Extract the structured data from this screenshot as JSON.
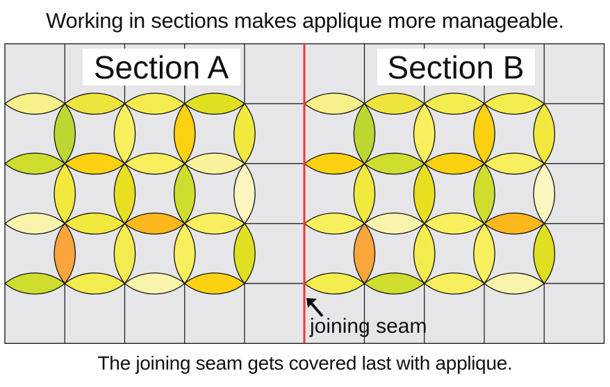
{
  "title": "Working in sections makes applique more manageable.",
  "caption": "The joining seam gets covered last with applique.",
  "sections": [
    {
      "label": "Section A"
    },
    {
      "label": "Section B"
    }
  ],
  "seam_label": "joining seam",
  "colors": {
    "background_square": "#e6e6e9",
    "grid_line": "#111111",
    "seam": "#e53b2f",
    "label_box": "#ffffff"
  },
  "petals": {
    "horizontal": [
      [
        "#f8f08a",
        "#eee43e",
        "#f3ec4e",
        "#dfe021",
        "#f8f08a",
        "#eee43e",
        "#f3ec4e",
        "#f3ec4e"
      ],
      [
        "#cfdd2f",
        "#fbd111",
        "#f8ef5e",
        "#f8f29a",
        "#fbd111",
        "#cfdd2f",
        "#fbd111",
        "#f8ef5e"
      ],
      [
        "#f9f4ab",
        "#f1e93d",
        "#fcb71d",
        "#f8ef5e",
        "#f8ef5e",
        "#f9f4ab",
        "#f8ef5e",
        "#fcb71d"
      ],
      [
        "#cfdd2f",
        "#f3ec4e",
        "#f9f4ab",
        "#fbd111",
        "#f3ec4e",
        "#cfdd2f",
        "#f8ef5e",
        "#f9f4ab"
      ]
    ],
    "vertical": [
      [
        "#bed632",
        "#f8ef5e",
        "#fbd111",
        "#f1e93d",
        "#bed632",
        "#f8ef5e",
        "#fbd111",
        "#f1e93d"
      ],
      [
        "#f1e93d",
        "#e9df21",
        "#cfdd2f",
        "#fbf6bf",
        "#f1e93d",
        "#e9df21",
        "#cfdd2f",
        "#fbf6bf"
      ],
      [
        "#faa63c",
        "#f3ec4e",
        "#f8ef5e",
        "#dfe021",
        "#faa63c",
        "#f3ec4e",
        "#f8ef5e",
        "#dfe021"
      ]
    ]
  }
}
